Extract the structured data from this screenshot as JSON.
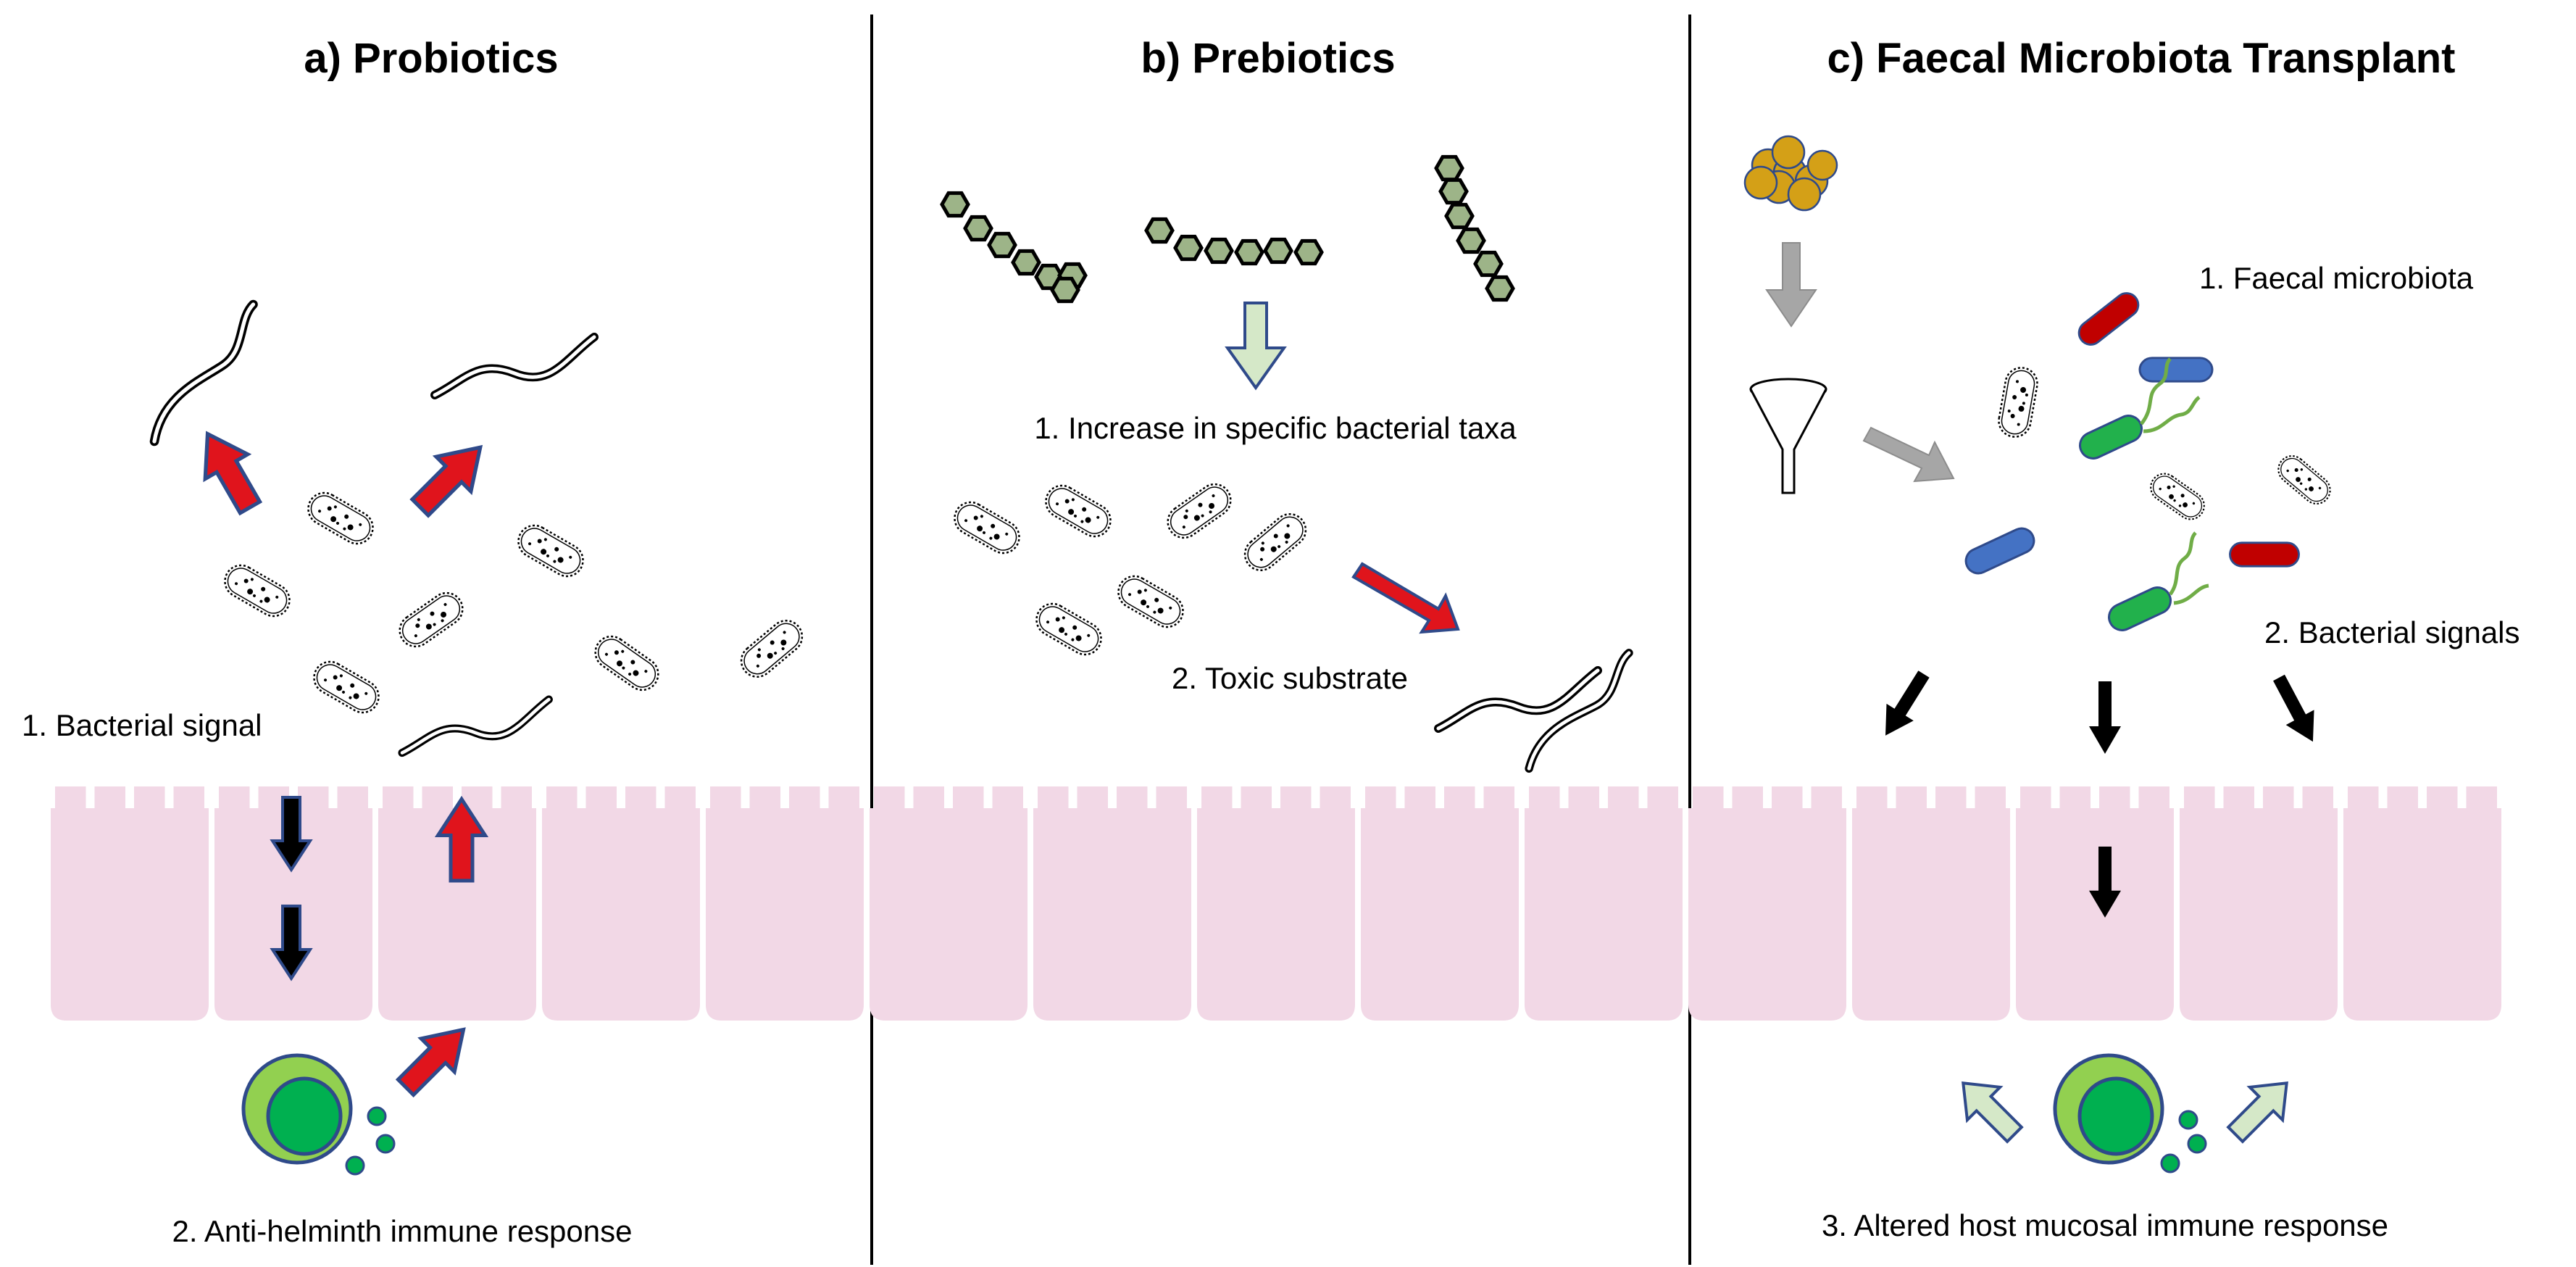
{
  "panels": {
    "a": {
      "title": "a) Probiotics",
      "label_1": "1. Bacterial signal",
      "label_2": "2. Anti-helminth immune response"
    },
    "b": {
      "title": "b) Prebiotics",
      "label_1": "1. Increase in specific bacterial taxa",
      "label_2": "2. Toxic substrate"
    },
    "c": {
      "title": "c) Faecal Microbiota Transplant",
      "label_1": "1. Faecal microbiota",
      "label_2": "2. Bacterial signals",
      "label_3": "3. Altered host mucosal immune response"
    }
  },
  "colors": {
    "epithelium": "#f2d8e6",
    "signal_arrow": "#e0141c",
    "arrow_outline": "#2f4a8a",
    "down_arrow": "#000000",
    "prebiotic_hexagon": "#9db488",
    "immune_cell_outer": "#92d050",
    "immune_cell_nucleus": "#00b050",
    "faeces": "#d4a017",
    "blue_bacterium": "#4472c4",
    "red_bacterium": "#c00000",
    "green_bacterium": "#22b14c",
    "light_arrow": "#d5e8c8",
    "grey_arrow": "#a6a6a6"
  }
}
